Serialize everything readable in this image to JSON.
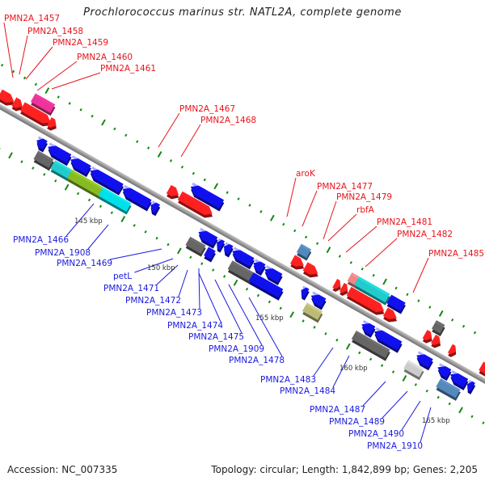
{
  "title": "Prochlorococcus marinus str. NATL2A, complete genome",
  "footer": {
    "accession": "Accession: NC_007335",
    "summary": "Topology: circular; Length: 1,842,899 bp; Genes: 2,205"
  },
  "colors": {
    "forward_cds": "#ff0000",
    "reverse_cds": "#0000ff",
    "backbone": "#999999",
    "tick": "#118811",
    "label_forward": "#e8141b",
    "label_reverse": "#1a1adf"
  },
  "ticks": [
    {
      "label": "145 kbp"
    },
    {
      "label": "150 kbp"
    },
    {
      "label": "155 kbp"
    },
    {
      "label": "160 kbp"
    },
    {
      "label": "165 kbp"
    }
  ],
  "labels_forward": [
    {
      "text": "PMN2A_1457"
    },
    {
      "text": "PMN2A_1458"
    },
    {
      "text": "PMN2A_1459"
    },
    {
      "text": "PMN2A_1460"
    },
    {
      "text": "PMN2A_1461"
    },
    {
      "text": "PMN2A_1467"
    },
    {
      "text": "PMN2A_1468"
    },
    {
      "text": "aroK"
    },
    {
      "text": "PMN2A_1477"
    },
    {
      "text": "PMN2A_1479"
    },
    {
      "text": "rbfA"
    },
    {
      "text": "PMN2A_1481"
    },
    {
      "text": "PMN2A_1482"
    },
    {
      "text": "PMN2A_1485"
    }
  ],
  "labels_reverse": [
    {
      "text": "PMN2A_1466"
    },
    {
      "text": "PMN2A_1908"
    },
    {
      "text": "PMN2A_1469"
    },
    {
      "text": "petL"
    },
    {
      "text": "PMN2A_1471"
    },
    {
      "text": "PMN2A_1472"
    },
    {
      "text": "PMN2A_1473"
    },
    {
      "text": "PMN2A_1474"
    },
    {
      "text": "PMN2A_1475"
    },
    {
      "text": "PMN2A_1909"
    },
    {
      "text": "PMN2A_1478"
    },
    {
      "text": "PMN2A_1483"
    },
    {
      "text": "PMN2A_1484"
    },
    {
      "text": "PMN2A_1487"
    },
    {
      "text": "PMN2A_1489"
    },
    {
      "text": "PMN2A_1490"
    },
    {
      "text": "PMN2A_1910"
    }
  ]
}
